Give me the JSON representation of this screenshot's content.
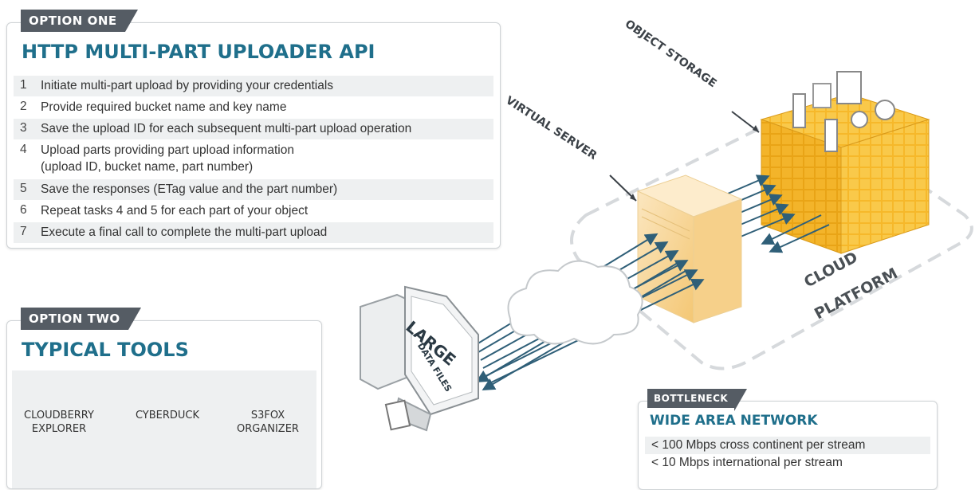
{
  "option_one": {
    "tab": "OPTION ONE",
    "title": "HTTP MULTI-PART UPLOADER API",
    "steps": [
      {
        "n": "1",
        "text": "Initiate multi-part upload by providing your credentials"
      },
      {
        "n": "2",
        "text": "Provide required bucket name and key name"
      },
      {
        "n": "3",
        "text": "Save the upload ID for each subsequent multi-part upload operation"
      },
      {
        "n": "4",
        "text": "Upload parts providing part upload information",
        "text2": "(upload ID, bucket name, part number)"
      },
      {
        "n": "5",
        "text": "Save the responses (ETag value and the part number)"
      },
      {
        "n": "6",
        "text": "Repeat tasks 4 and 5 for each part of your object"
      },
      {
        "n": "7",
        "text": "Execute a final call to complete the multi-part upload"
      }
    ]
  },
  "option_two": {
    "tab": "OPTION TWO",
    "title": "TYPICAL TOOLS",
    "tools": [
      "CLOUDBERRY\nEXPLORER",
      "CYBERDUCK",
      "S3FOX\nORGANIZER"
    ]
  },
  "bottleneck": {
    "tab": "BOTTLENECK",
    "title": "WIDE AREA NETWORK",
    "lines": [
      "< 100 Mbps cross continent per stream",
      "< 10 Mbps international per stream"
    ]
  },
  "diagram": {
    "object_storage": "OBJECT STORAGE",
    "virtual_server": "VIRTUAL SERVER",
    "cloud_platform_1": "CLOUD",
    "cloud_platform_2": "PLATFORM",
    "large": "LARGE",
    "data_files": "DATA FILES"
  },
  "colors": {
    "accent": "#1f6f8b",
    "tab": "#555c64",
    "storage": "#f6b82a",
    "server": "#f8d9a0",
    "arrow": "#2f5f78"
  }
}
